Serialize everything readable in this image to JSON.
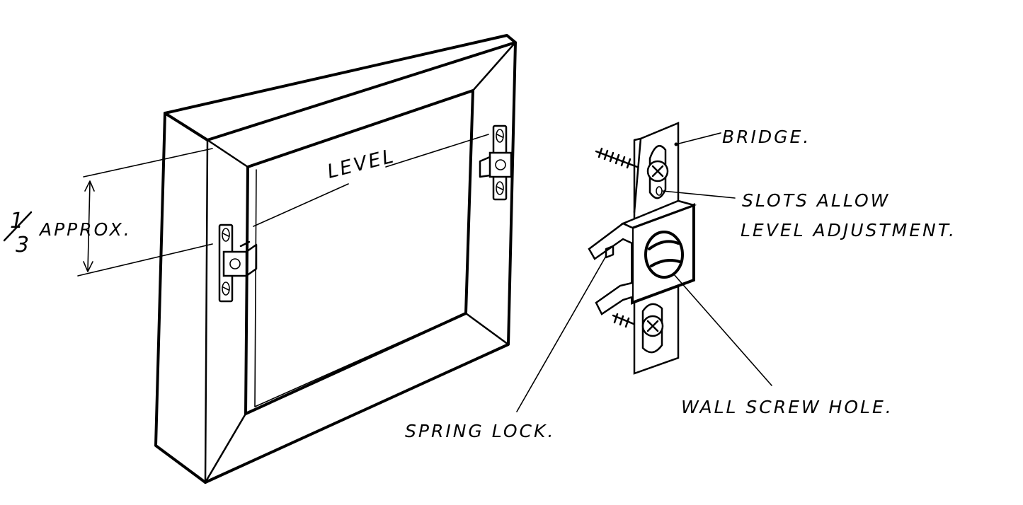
{
  "labels": {
    "level": "LEVEL",
    "fraction_top": "1",
    "fraction_bottom": "3",
    "approx": "APPROX.",
    "bridge": "BRIDGE.",
    "slots_line1": "SLOTS ALLOW",
    "slots_line2": "LEVEL ADJUSTMENT.",
    "wall_screw_hole": "WALL SCREW HOLE.",
    "spring_lock": "SPRING LOCK."
  },
  "colors": {
    "ink": "#000000",
    "paper": "#ffffff"
  }
}
